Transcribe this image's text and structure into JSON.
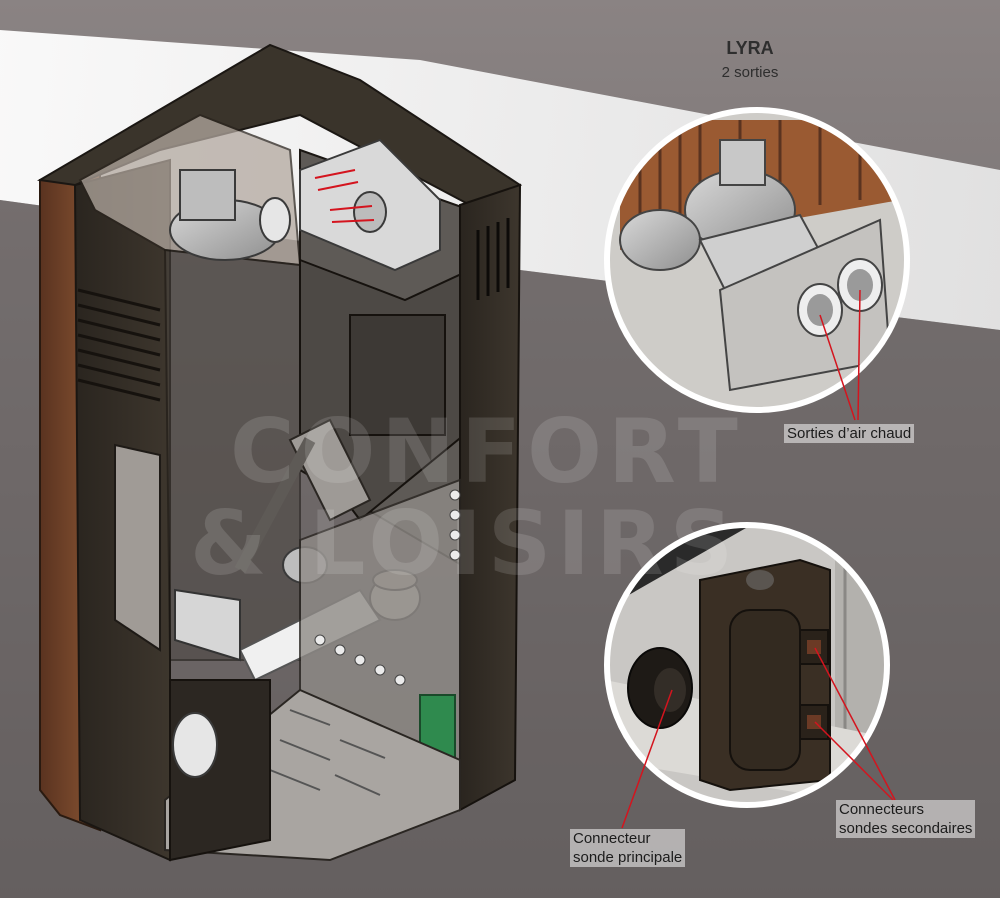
{
  "header": {
    "model": "LYRA",
    "subtitle": "2 sorties"
  },
  "callouts": {
    "hot_air_outlets": "Sorties d’air chaud",
    "main_probe_line1": "Connecteur",
    "main_probe_line2": "sonde principale",
    "secondary_probes_line1": "Connecteurs",
    "secondary_probes_line2": "sondes secondaires"
  },
  "watermark": {
    "line1": "CONFORT",
    "line2": "& LOISIRS"
  },
  "colors": {
    "background_dark": "#6e6969",
    "background_light": "#f2f2f2",
    "stove_body": "#2f2a23",
    "side_panel": "#7a4a2a",
    "leader_line": "#d4141e",
    "circle_border": "#ffffff",
    "board_green": "#2f8a4e"
  },
  "icons": [
    "stove-cutaway-illustration",
    "hot-air-outlets-detail",
    "probe-connectors-detail"
  ]
}
